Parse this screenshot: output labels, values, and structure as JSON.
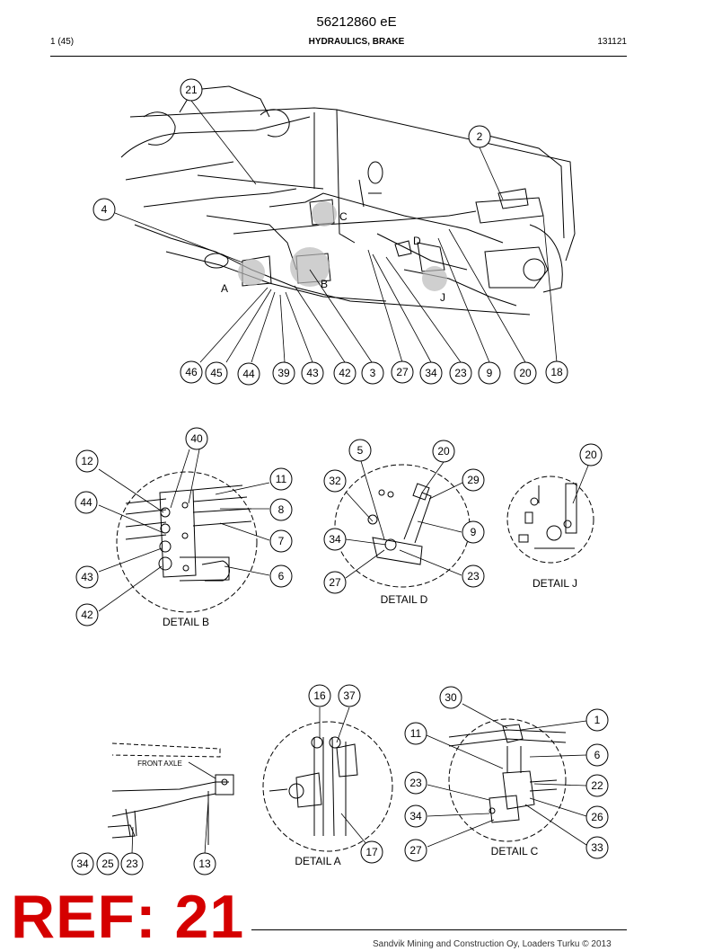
{
  "header": {
    "doc_id": "56212860 eE",
    "page": "1 (45)",
    "section": "HYDRAULICS, BRAKE",
    "code": "131121"
  },
  "main_view": {
    "letters": [
      "A",
      "B",
      "C",
      "D",
      "J"
    ],
    "bottom_callouts": [
      "46",
      "45",
      "44",
      "39",
      "43",
      "42",
      "3",
      "27",
      "34",
      "23",
      "9",
      "20",
      "18"
    ],
    "top_callouts": [
      "21",
      "2",
      "4"
    ]
  },
  "detail_b": {
    "label": "DETAIL B",
    "callouts": [
      "40",
      "12",
      "11",
      "44",
      "8",
      "7",
      "43",
      "6",
      "42"
    ]
  },
  "detail_d": {
    "label": "DETAIL D",
    "callouts": [
      "5",
      "20",
      "32",
      "29",
      "9",
      "34",
      "23",
      "27"
    ]
  },
  "detail_j": {
    "label": "DETAIL J",
    "callouts": [
      "20"
    ]
  },
  "front_axle": {
    "label": "FRONT AXLE",
    "callouts": [
      "34",
      "25",
      "23",
      "13"
    ]
  },
  "detail_a": {
    "label": "DETAIL A",
    "callouts": [
      "16",
      "37",
      "17"
    ]
  },
  "detail_c": {
    "label": "DETAIL C",
    "callouts": [
      "30",
      "1",
      "11",
      "6",
      "23",
      "22",
      "34",
      "26",
      "27",
      "33"
    ]
  },
  "ref_stamp": "REF: 21",
  "footer": "Sandvik Mining and Construction Oy, Loaders Turku © 2013"
}
